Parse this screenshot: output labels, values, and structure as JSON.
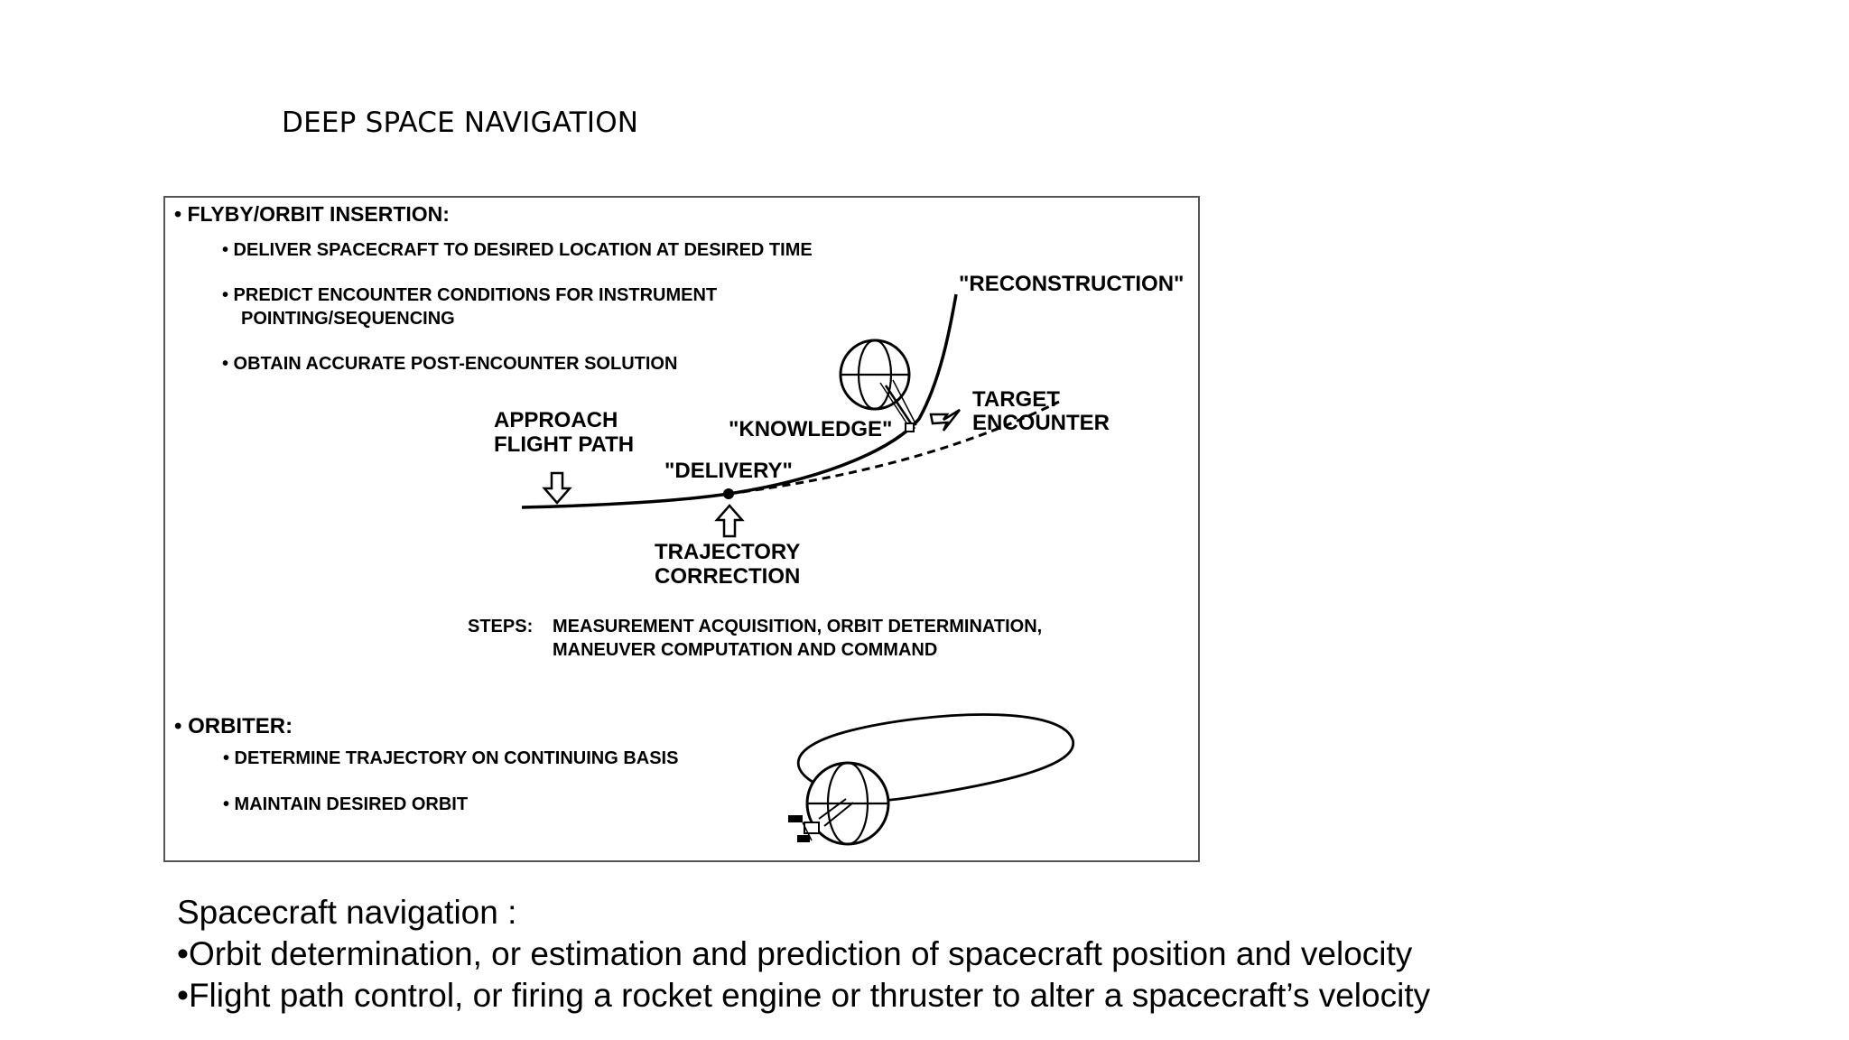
{
  "slide": {
    "title": "DEEP SPACE NAVIGATION"
  },
  "diagram": {
    "flyby": {
      "heading": "• FLYBY/ORBIT INSERTION:",
      "bullets": [
        "• DELIVER SPACECRAFT TO DESIRED LOCATION AT DESIRED TIME",
        "• PREDICT ENCOUNTER CONDITIONS FOR INSTRUMENT",
        "POINTING/SEQUENCING",
        "• OBTAIN ACCURATE POST-ENCOUNTER SOLUTION"
      ]
    },
    "labels": {
      "reconstruction": "\"RECONSTRUCTION\"",
      "target_line1": "TARGET",
      "target_line2": "ENCOUNTER",
      "approach_line1": "APPROACH",
      "approach_line2": "FLIGHT PATH",
      "knowledge": "\"KNOWLEDGE\"",
      "delivery": "\"DELIVERY\"",
      "trajectory_line1": "TRAJECTORY",
      "trajectory_line2": "CORRECTION"
    },
    "steps": {
      "label": "STEPS:",
      "line1": "MEASUREMENT ACQUISITION, ORBIT DETERMINATION,",
      "line2": "MANEUVER COMPUTATION AND COMMAND"
    },
    "orbiter": {
      "heading": "• ORBITER:",
      "bullets": [
        "• DETERMINE TRAJECTORY ON CONTINUING BASIS",
        "• MAINTAIN DESIRED ORBIT"
      ]
    }
  },
  "caption": {
    "lines": [
      "Spacecraft navigation :",
      "•Orbit determination, or estimation and prediction of spacecraft position and velocity",
      "•Flight path control, or firing a rocket engine or thruster to alter a spacecraft’s velocity"
    ]
  }
}
